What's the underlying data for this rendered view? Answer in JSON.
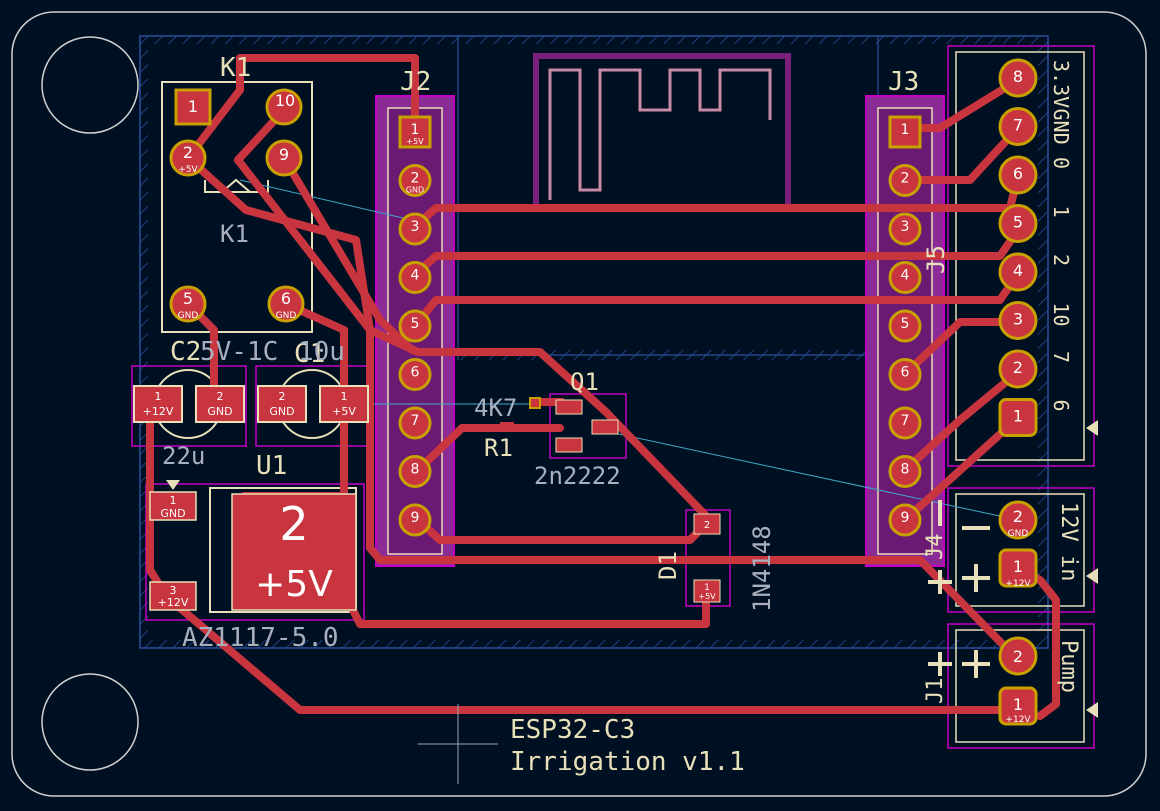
{
  "board": {
    "title_line1": "ESP32-C3",
    "title_line2": "Irrigation v1.1"
  },
  "components": {
    "k1": {
      "ref_top": "K1",
      "ref_body": "K1",
      "value": "5V-1C",
      "pins": [
        "1",
        "10",
        "2",
        "9",
        "5",
        "6"
      ],
      "pin_nets": [
        "+5V",
        "GND",
        "GND"
      ]
    },
    "c2": {
      "ref": "C2",
      "value": "22u",
      "pads": [
        "1",
        "2"
      ],
      "pad_nets": [
        "+12V",
        "GND"
      ]
    },
    "c1": {
      "ref": "C1",
      "value": "10u",
      "pads": [
        "2",
        "1"
      ],
      "pad_nets": [
        "GND",
        "+5V"
      ]
    },
    "u1": {
      "ref": "U1",
      "value": "AZ1117-5.0",
      "pads": [
        "1",
        "2",
        "3"
      ],
      "pad_nets": [
        "GND",
        "+5V",
        "+12V"
      ]
    },
    "j2": {
      "ref": "J2",
      "pins": [
        "1",
        "2",
        "3",
        "4",
        "5",
        "6",
        "7",
        "8",
        "9"
      ],
      "pin_nets": [
        "+5V",
        "GND"
      ]
    },
    "j3": {
      "ref": "J3",
      "pins": [
        "1",
        "2",
        "3",
        "4",
        "5",
        "6",
        "7",
        "8",
        "9"
      ]
    },
    "j5": {
      "ref": "J5",
      "pins": [
        "8",
        "7",
        "6",
        "5",
        "4",
        "3",
        "2",
        "1"
      ],
      "side_labels": [
        "3.3V",
        "GND",
        "0",
        "1",
        "2",
        "10",
        "7",
        "6"
      ]
    },
    "q1": {
      "ref": "Q1",
      "value": "2n2222"
    },
    "r1": {
      "ref": "R1",
      "value": "4K7"
    },
    "d1": {
      "ref": "D1",
      "value": "1N4148",
      "pads": [
        "2",
        "1"
      ],
      "pad_nets": [
        "",
        "+5V"
      ]
    },
    "j4": {
      "ref": "J4",
      "label": "12V in",
      "pins": [
        "2",
        "1"
      ],
      "pin_nets": [
        "GND",
        "+12V"
      ]
    },
    "j1": {
      "ref": "J1",
      "label": "Pump",
      "pins": [
        "2",
        "1"
      ],
      "pin_nets": [
        "",
        "+12V"
      ]
    }
  },
  "colors": {
    "board": "#001023",
    "copper": "#c8353f",
    "silkscreen": "#e8e0b8",
    "pad_ring": "#c8a000",
    "courtyard": "#c400c4",
    "module_fill": "#7a1f7a",
    "edge_cuts": "#d0d0d0"
  }
}
